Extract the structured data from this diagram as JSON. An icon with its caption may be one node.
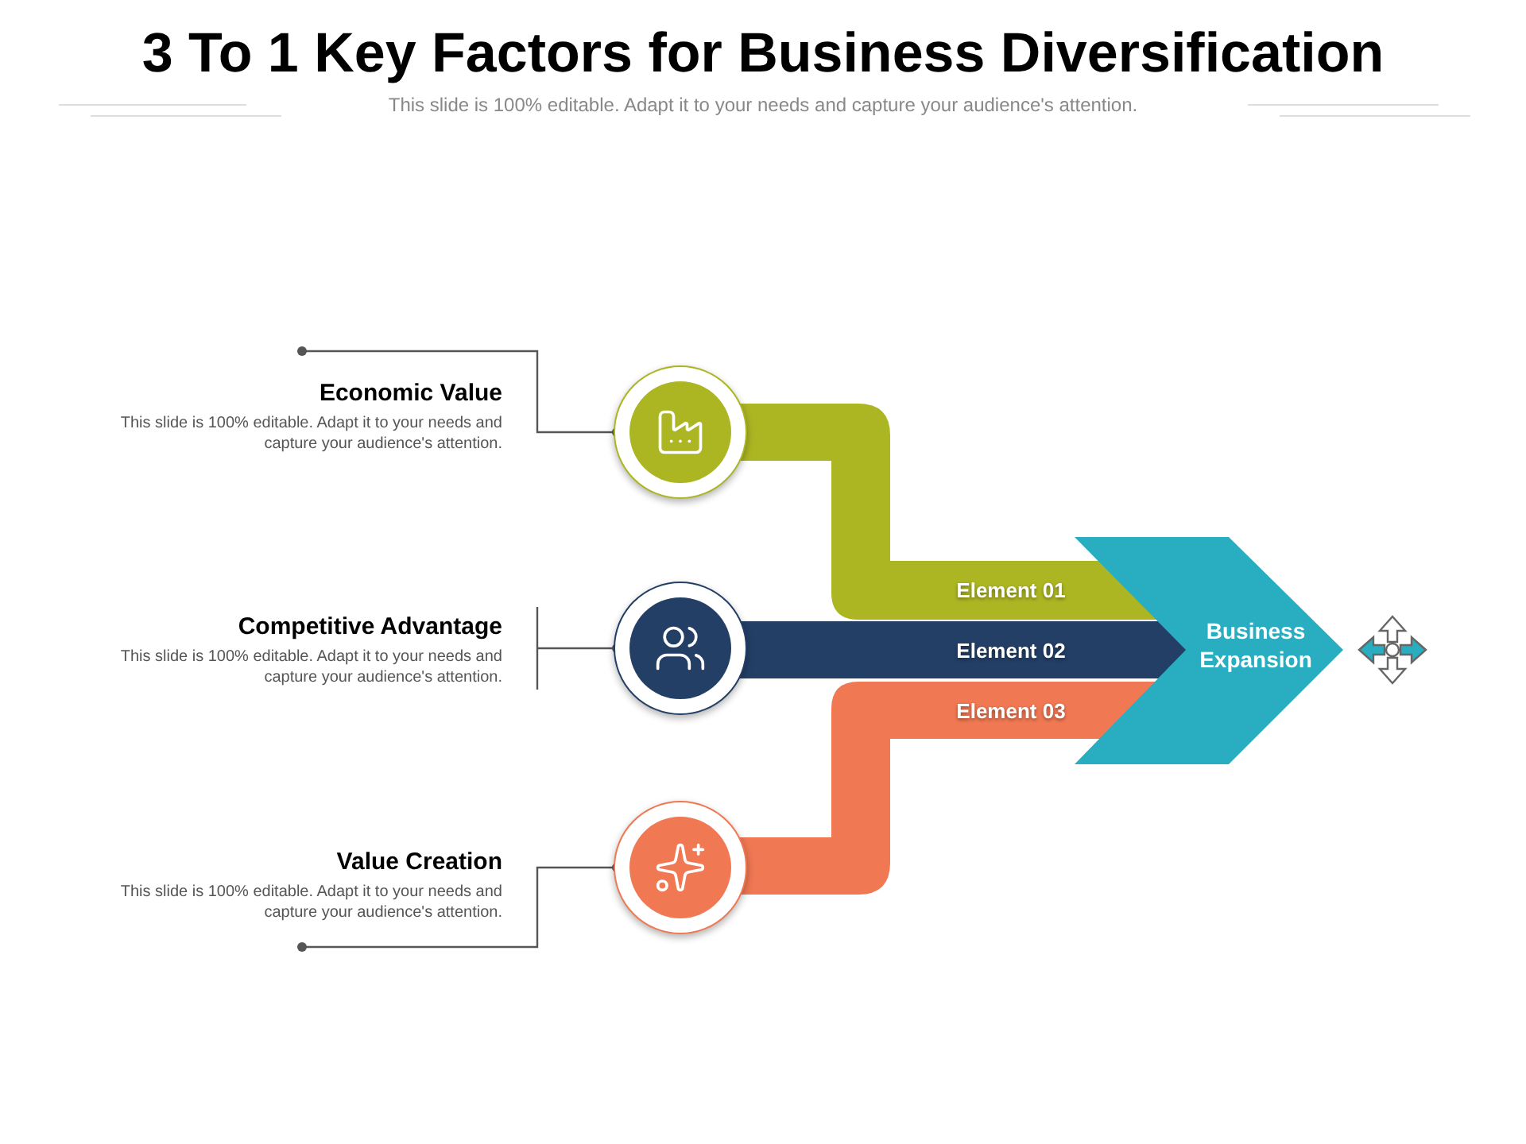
{
  "diagram": {
    "title": "3 To 1 Key Factors for Business Diversification",
    "caption": "This slide is 100% editable. Adapt it to your needs and capture your audience's attention.",
    "nodes": [
      {
        "text": [
          "Economic Value",
          "This slide is 100% editable. Adapt it to your needs and capture your audience's attention."
        ]
      },
      {
        "text": [],
        "shape": "circle"
      },
      {
        "text": [
          "Competitive Advantage",
          "This slide is 100% editable. Adapt it to your needs and capture your audience's attention."
        ]
      },
      {
        "text": [],
        "shape": "circle"
      },
      {
        "text": [
          "Value Creation",
          "This slide is 100% editable. Adapt it to your needs and capture your audience's attention."
        ]
      },
      {
        "text": [],
        "shape": "circle"
      },
      {
        "text": [
          "Element 01"
        ]
      },
      {
        "text": [
          "Element 02"
        ]
      },
      {
        "text": [
          "Element 03"
        ]
      },
      {
        "text": [
          "Business Expansion"
        ]
      }
    ],
    "edges": [
      {
        "from": 0,
        "to": 1,
        "arrow": "other"
      },
      {
        "from": 2,
        "to": 3,
        "arrow": "other"
      },
      {
        "from": 4,
        "to": 5,
        "arrow": "other"
      }
    ]
  }
}
